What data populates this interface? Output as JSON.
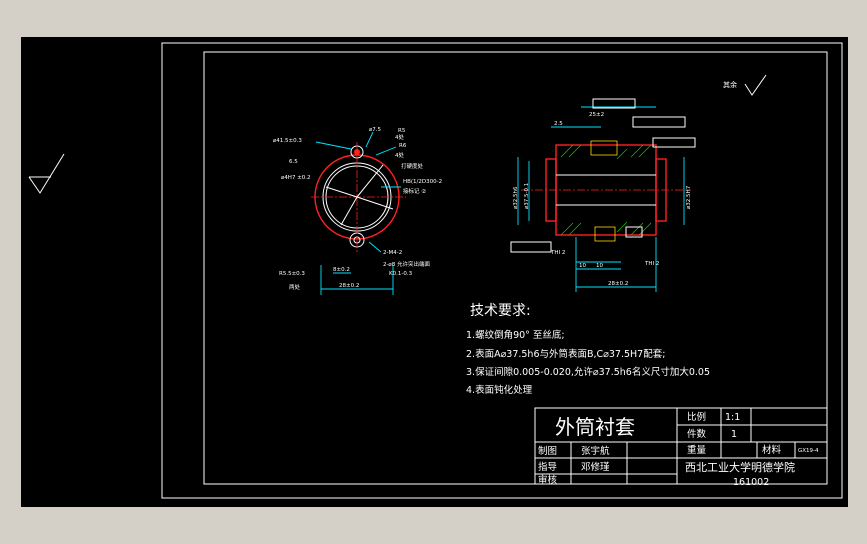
{
  "title_block": {
    "part_name": "外筒衬套",
    "scale_label": "比例",
    "scale_value": "1:1",
    "qty_label": "件数",
    "qty_value": "1",
    "weight_label": "重量",
    "material_label": "材料",
    "material_value": "GX19-4",
    "drawn_label": "制图",
    "drawn_by": "张宇航",
    "guided_label": "指导",
    "guided_by": "邓修瑾",
    "review_label": "审核",
    "school": "西北工业大学明德学院",
    "drawing_no": "161002"
  },
  "tech_requirements": {
    "title": "技术要求:",
    "items": [
      "1.螺纹倒角90° 至丝底;",
      "2.表面A⌀37.5h6与外筒表面B,C⌀37.5H7配套;",
      "3.保证间隙0.005-0.020,允许⌀37.5h6名义尺寸加大0.05",
      "4.表面钝化处理"
    ]
  },
  "surface_finish_note": "其余",
  "front_view_labels": {
    "d1": "⌀41.5±0.3",
    "d2": "⌀7.5",
    "d3": "R5",
    "d4": "4处",
    "d5": "R6",
    "d6": "4处",
    "d7": "6.5",
    "d8": "打硬度处",
    "d9": "⌀4H7 ±0.2",
    "d10": "HB(1/2D300-2",
    "d11": "接标记 ②",
    "d12": "2-M4-2",
    "d13": "2-⌀8 允许突出端面",
    "d14": "K0.1-0.3",
    "d15": "R5.5±0.3",
    "d16": "两处",
    "d17": "8±0.2",
    "d18": "28±0.2"
  },
  "side_view_labels": {
    "s1": "25±2",
    "s2": "2.5",
    "s3": "⌀32.5h6",
    "s4": "⌀37.5-0.1",
    "s5": "⌀32.5H7",
    "s6": "10",
    "s7": "10",
    "s8": "28±0.2",
    "s9": "THI 2",
    "s10": "THI 2"
  },
  "colors": {
    "background": "#000000",
    "frame": "#ffffff",
    "outline": "#ff2020",
    "dims": "#00e5ff",
    "hatch": "#00d000"
  }
}
